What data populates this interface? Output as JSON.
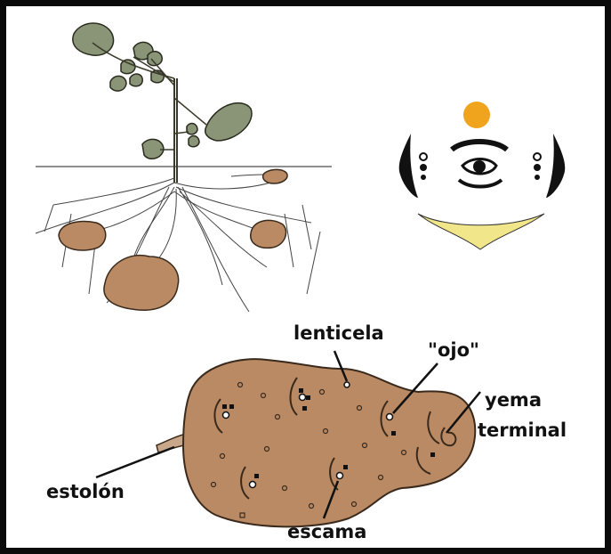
{
  "labels": {
    "lenticela": "lenticela",
    "ojo": "\"ojo\"",
    "yema_terminal_line1": "yema",
    "yema_terminal_line2": "terminal",
    "estolon": "estolón",
    "escama": "escama"
  },
  "colors": {
    "tuber_fill": "#b98a63",
    "tuber_outline": "#3a2a1c",
    "leaf_fill": "#8a9578",
    "soil_line": "#6a6a6a",
    "eye_sun": "#f0a41e",
    "eyebrow_yellow": "#f1e78a",
    "frame": "#0a0a0a"
  },
  "icons": [
    "potato-plant",
    "tuber-eye-detail",
    "potato-tuber"
  ]
}
